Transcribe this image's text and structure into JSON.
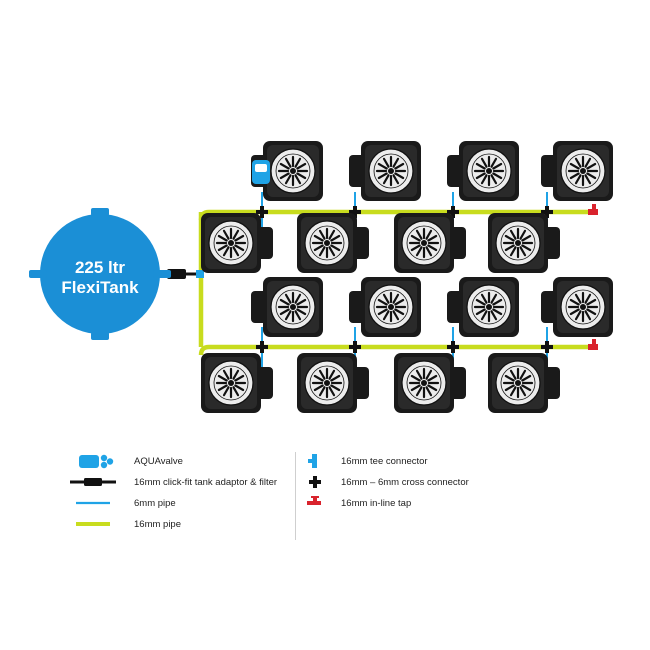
{
  "tank": {
    "line1": "225 ltr",
    "line2": "FlexiTank",
    "color": "#1b8fd6"
  },
  "colors": {
    "main_pipe": "#c8dc1e",
    "feed_pipe": "#1fa3e6",
    "tap": "#d9232d",
    "pot": "#1a1a1a",
    "pot_face": "#ececec"
  },
  "layout_summary": {
    "rows": 4,
    "pots_per_row": 4,
    "total_pots": 16
  },
  "legend": {
    "left": [
      {
        "icon": "aquavalve-icon",
        "label": "AQUAvalve"
      },
      {
        "icon": "tank-adaptor-icon",
        "label": "16mm click-fit tank adaptor & filter"
      },
      {
        "icon": "six-mm-pipe-icon",
        "label": "6mm pipe"
      },
      {
        "icon": "sixteen-mm-pipe-icon",
        "label": "16mm pipe"
      }
    ],
    "right": [
      {
        "icon": "tee-connector-icon",
        "label": "16mm tee connector"
      },
      {
        "icon": "cross-connector-icon",
        "label": "16mm – 6mm cross connector"
      },
      {
        "icon": "inline-tap-icon",
        "label": "16mm in-line tap"
      }
    ]
  }
}
